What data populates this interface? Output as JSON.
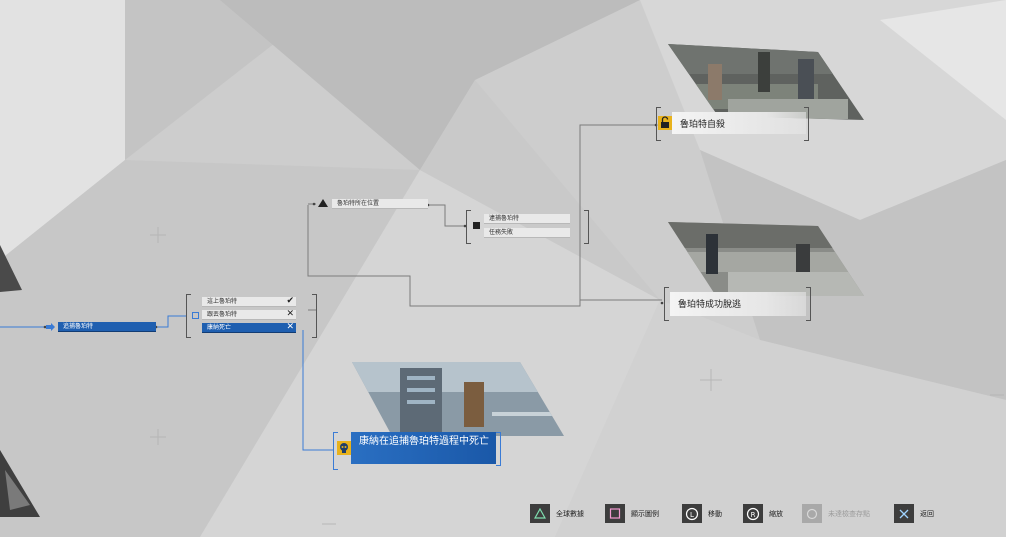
{
  "flowchart": {
    "start_node": {
      "label": "追捕魯珀特"
    },
    "choices": [
      {
        "label": "這上魯珀特",
        "status": "✔"
      },
      {
        "label": "跟丟魯珀特",
        "status": "✕"
      },
      {
        "label": "康納死亡",
        "status": "✕"
      }
    ],
    "condition_node": {
      "label": "魯珀特所在位置"
    },
    "sub_choices": [
      {
        "label": "逮捕魯珀特"
      },
      {
        "label": "任務失敗"
      }
    ],
    "endings": [
      {
        "label": "魯珀特自殺"
      },
      {
        "label": "魯珀特成功脫逃"
      },
      {
        "label": "康納在追捕魯珀特過程中死亡"
      }
    ]
  },
  "legend": [
    {
      "symbol": "△",
      "label": "全球數據",
      "enabled": true
    },
    {
      "symbol": "□",
      "label": "顯示圖例",
      "enabled": true
    },
    {
      "symbol": "L",
      "label": "移動",
      "enabled": true
    },
    {
      "symbol": "R",
      "label": "縮放",
      "enabled": true
    },
    {
      "symbol": "○",
      "label": "未達檢查存點",
      "enabled": false
    },
    {
      "symbol": "✕",
      "label": "返回",
      "enabled": true
    }
  ],
  "colors": {
    "background": "#cfcfcf",
    "active_blue": "#1f5fb0",
    "path_blue": "#3a7bd5",
    "lock_yellow": "#e8b21c",
    "legend_button": "#3d3d3d"
  }
}
